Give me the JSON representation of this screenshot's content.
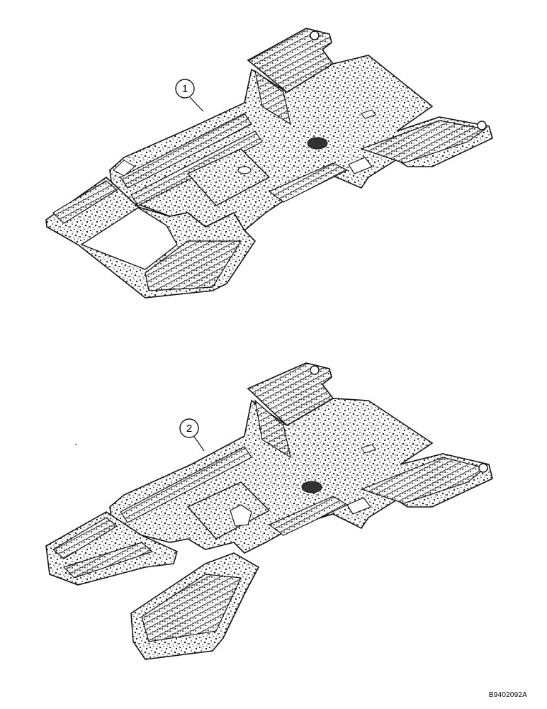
{
  "diagram": {
    "callouts": [
      {
        "label": "1"
      },
      {
        "label": "2"
      }
    ],
    "figure_id": "B9402092A",
    "colors": {
      "line": "#111111",
      "speckle": "#222222",
      "paper": "#ffffff"
    }
  }
}
